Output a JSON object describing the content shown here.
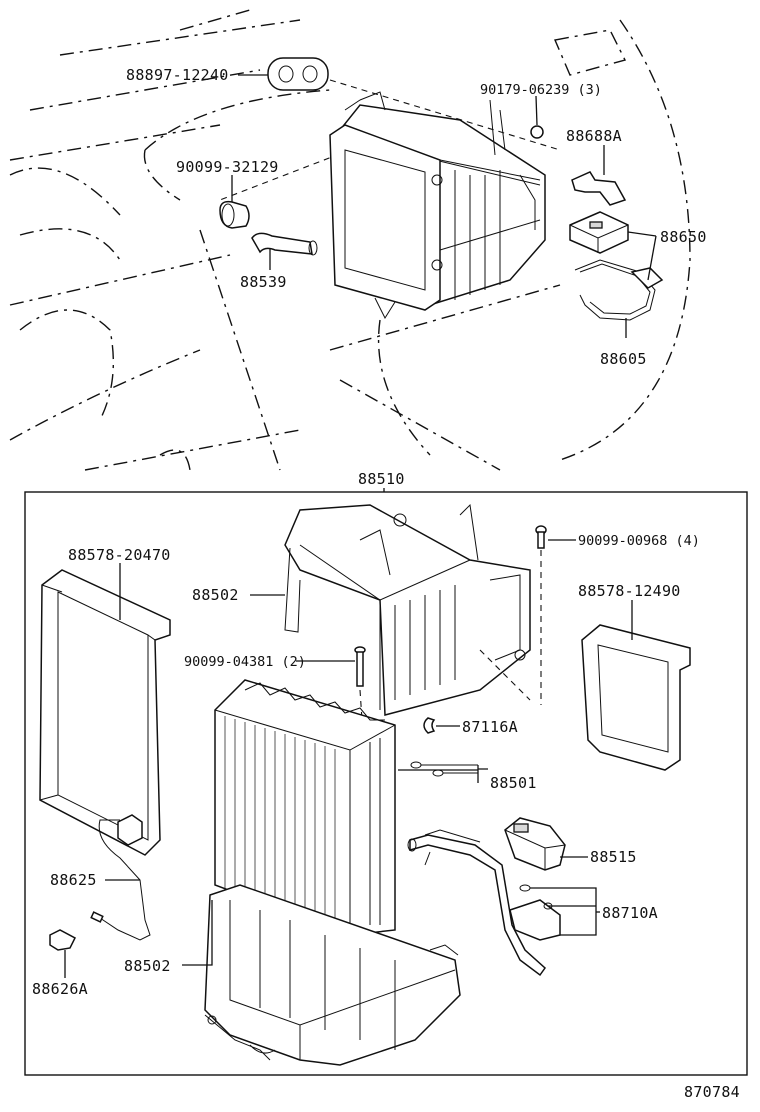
{
  "diagram": {
    "group_label": "88510",
    "figure_number": "870784",
    "callouts": {
      "p88897": "88897-12240",
      "p90179": "90179-06239 (3)",
      "p88688": "88688A",
      "p90099_32129": "90099-32129",
      "p88650": "88650",
      "p88539": "88539",
      "p88605": "88605",
      "p90099_00968": "90099-00968 (4)",
      "p88578_20470": "88578-20470",
      "p88502_top": "88502",
      "p88578_12490": "88578-12490",
      "p90099_04381": "90099-04381 (2)",
      "p87116": "87116A",
      "p88501": "88501",
      "p88515": "88515",
      "p88625": "88625",
      "p88710": "88710A",
      "p88502_bottom": "88502",
      "p88626": "88626A"
    }
  }
}
